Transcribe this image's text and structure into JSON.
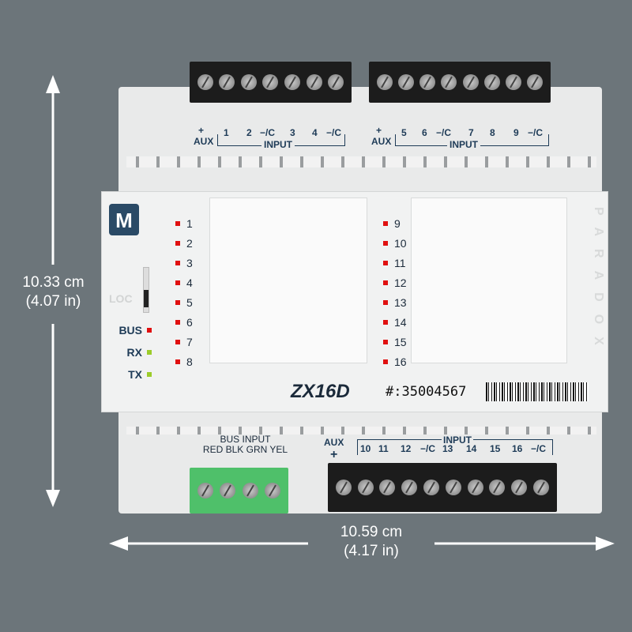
{
  "dimensions": {
    "height_cm": "10.33 cm",
    "height_in": "(4.07 in)",
    "width_cm": "10.59 cm",
    "width_in": "(4.17 in)"
  },
  "device": {
    "model": "ZX16D",
    "serial": "#:35004567",
    "brand": "PARADOX",
    "logo": "M",
    "top_left_labels": [
      "+",
      "AUX",
      "1",
      "2",
      "−/C",
      "3",
      "4",
      "−/C",
      "INPUT"
    ],
    "top_right_labels": [
      "+",
      "AUX",
      "5",
      "6",
      "−/C",
      "7",
      "8",
      "9",
      "−/C",
      "INPUT"
    ],
    "leds_left": [
      "1",
      "2",
      "3",
      "4",
      "5",
      "6",
      "7",
      "8"
    ],
    "leds_right": [
      "9",
      "10",
      "11",
      "12",
      "13",
      "14",
      "15",
      "16"
    ],
    "status": [
      {
        "label": "BUS",
        "color": "#e01010"
      },
      {
        "label": "RX",
        "color": "#9ccc2a"
      },
      {
        "label": "TX",
        "color": "#9ccc2a"
      }
    ],
    "loc": "LOC",
    "bus_input": "BUS INPUT",
    "bus_wires": "RED BLK GRN YEL",
    "bottom_aux": "AUX",
    "bottom_plus": "+",
    "bottom_input": "INPUT",
    "bottom_labels": [
      "10",
      "11",
      "12",
      "−/C",
      "13",
      "14",
      "15",
      "16",
      "−/C"
    ]
  }
}
